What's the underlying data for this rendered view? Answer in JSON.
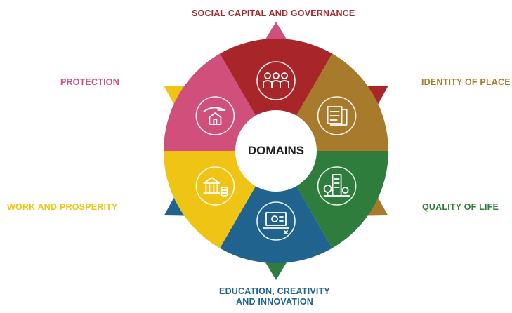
{
  "center_label": "DOMAINS",
  "domains": [
    {
      "label": "SOCIAL CAPITAL AND GOVERNANCE",
      "color": "#a8252a",
      "icon": "people-group-icon"
    },
    {
      "label": "IDENTITY OF PLACE",
      "color": "#a77b2b",
      "icon": "map-document-icon"
    },
    {
      "label": "QUALITY OF LIFE",
      "color": "#2e7d3c",
      "icon": "buildings-trees-icon"
    },
    {
      "label": "EDUCATION, CREATIVITY AND INNOVATION",
      "color": "#20638e",
      "icon": "laptop-innovation-icon"
    },
    {
      "label": "WORK AND PROSPERITY",
      "color": "#efc414",
      "icon": "bank-coins-icon"
    },
    {
      "label": "PROTECTION",
      "color": "#d14f7b",
      "icon": "hand-house-icon"
    }
  ]
}
